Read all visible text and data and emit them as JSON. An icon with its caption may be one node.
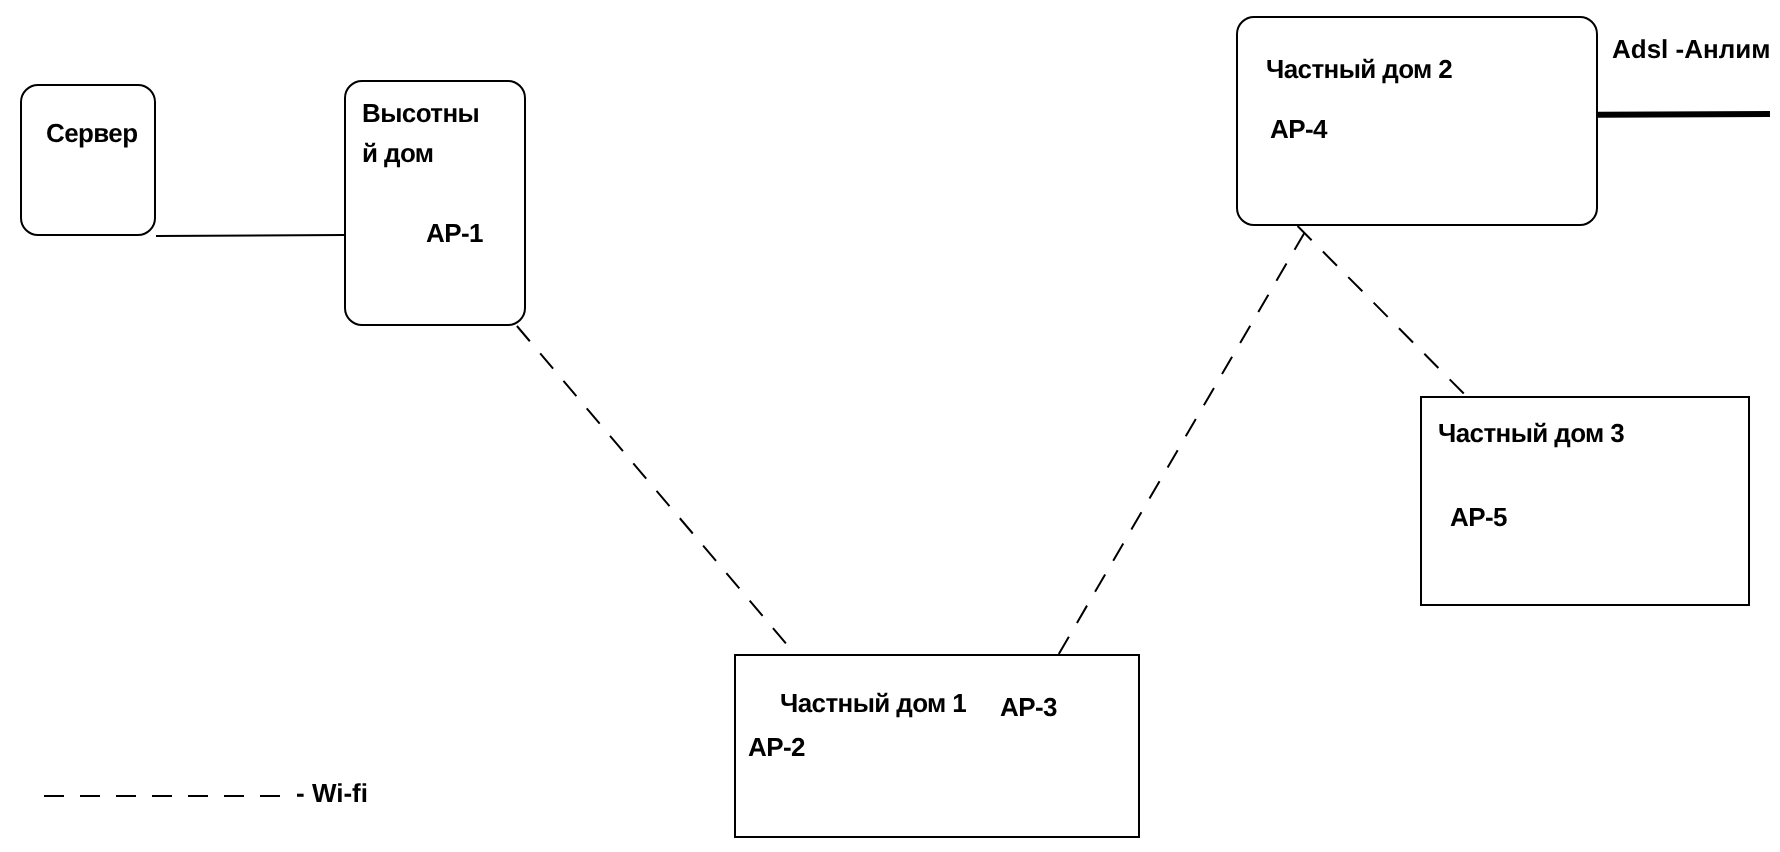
{
  "diagram": {
    "nodes": [
      {
        "text": [
          "Сервер"
        ]
      },
      {
        "text": [
          "Высотный дом",
          "AP-1"
        ]
      },
      {
        "text": [
          "Частный дом 2",
          "AP-4"
        ]
      },
      {
        "text": [
          "Частный дом 3",
          "AP-5"
        ]
      },
      {
        "text": [
          "Частный дом 1",
          "AP-3",
          "AP-2"
        ]
      }
    ],
    "edges": [
      {
        "from": 0,
        "to": 1,
        "arrow": "none"
      },
      {
        "from": 1,
        "to": 4,
        "arrow": "none",
        "style": "dashed"
      },
      {
        "from": 4,
        "to": 2,
        "arrow": "none",
        "style": "dashed"
      },
      {
        "from": 2,
        "to": 3,
        "arrow": "none",
        "style": "dashed"
      },
      {
        "from": 2,
        "to": null,
        "arrow": "none",
        "style": "thick",
        "label": "Adsl -Анлим"
      }
    ],
    "legend": [
      {
        "text": "- Wi-fi"
      }
    ]
  }
}
